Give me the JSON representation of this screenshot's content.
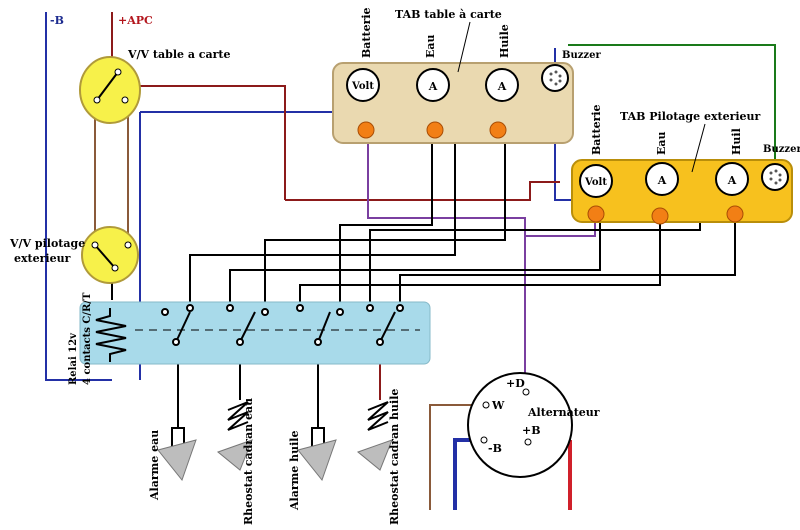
{
  "supply": {
    "minus_b": "-B",
    "plus_apc": "+APC"
  },
  "switches": {
    "table_carte": "V/V table a carte",
    "pilotage_line1": "V/V pilotage",
    "pilotage_line2": "exterieur"
  },
  "tab_table": {
    "title": "TAB table à carte",
    "labels": [
      "Batterie",
      "Eau",
      "Huile"
    ],
    "volt": "Volt",
    "buzzer": "Buzzer"
  },
  "tab_pilotage": {
    "title": "TAB Pilotage exterieur",
    "labels": [
      "Batterie",
      "Eau",
      "Huil"
    ],
    "volt": "Volt",
    "buzzer": "Buzzer"
  },
  "relay": {
    "line1": "Relai 12v",
    "line2": "4 contacts C/R/T"
  },
  "sensors": [
    "Alarme eau",
    "Rheostat cadran eau",
    "Alarme huile",
    "Rheostat cadran huile"
  ],
  "alternator": {
    "name": "Alternateur",
    "terminals": {
      "d": "+D",
      "w": "W",
      "b_plus": "+B",
      "b_minus": "-B"
    }
  },
  "colors": {
    "panel_table": "#ead9b0",
    "panel_pilotage": "#f7c11e",
    "relay": "#a8daea",
    "led": "#f27f15",
    "switch": "#f7f14a",
    "wire_blue": "#2330a6",
    "wire_red": "#8c1a1a",
    "wire_brown": "#8a5a3a",
    "wire_green": "#1a7a1a",
    "wire_purple": "#7a3fa0"
  }
}
